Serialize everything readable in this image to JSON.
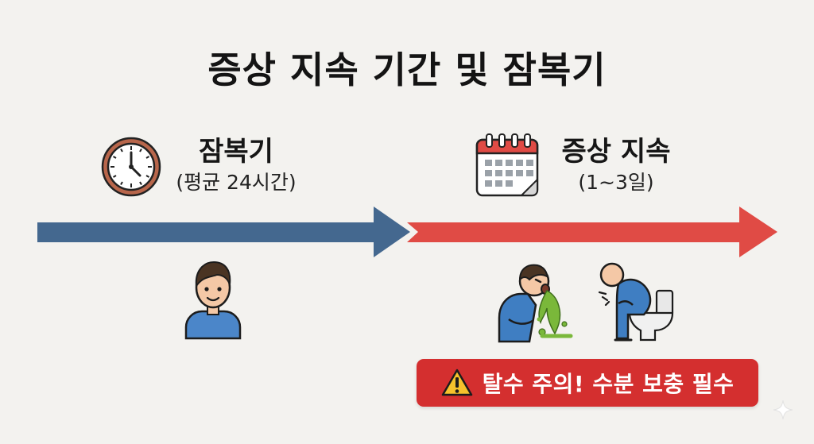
{
  "title": "증상 지속 기간 및 잠복기",
  "incubation": {
    "name": "잠복기",
    "duration": "(평균 24시간)",
    "color": "#44688f"
  },
  "symptoms": {
    "name": "증상 지속",
    "duration": "(1~3일)",
    "color": "#e04b45"
  },
  "warning": {
    "text": "탈수 주의! 수분 보충 필수",
    "color": "#d42f2f"
  },
  "icons": [
    "clock-icon",
    "calendar-icon",
    "person-icon",
    "vomiting-person-icon",
    "toilet-person-icon",
    "warning-icon",
    "sparkle-icon"
  ]
}
